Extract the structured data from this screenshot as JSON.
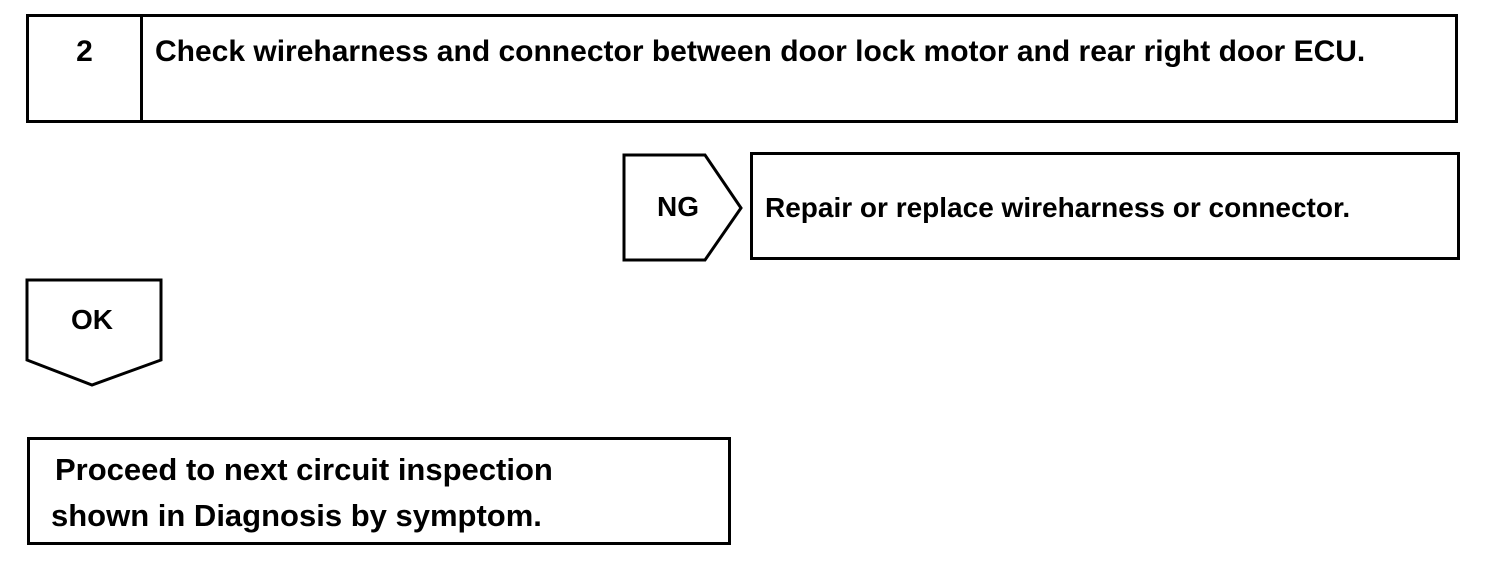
{
  "step": {
    "number": "2",
    "title": "Check wireharness and connector between door lock motor and rear right door ECU."
  },
  "ng_branch": {
    "label": "NG",
    "action": "Repair or replace wireharness or connector."
  },
  "ok_branch": {
    "label": "OK"
  },
  "result": {
    "line1": "Proceed to next circuit inspection",
    "line2": "shown  in Diagnosis by symptom."
  }
}
